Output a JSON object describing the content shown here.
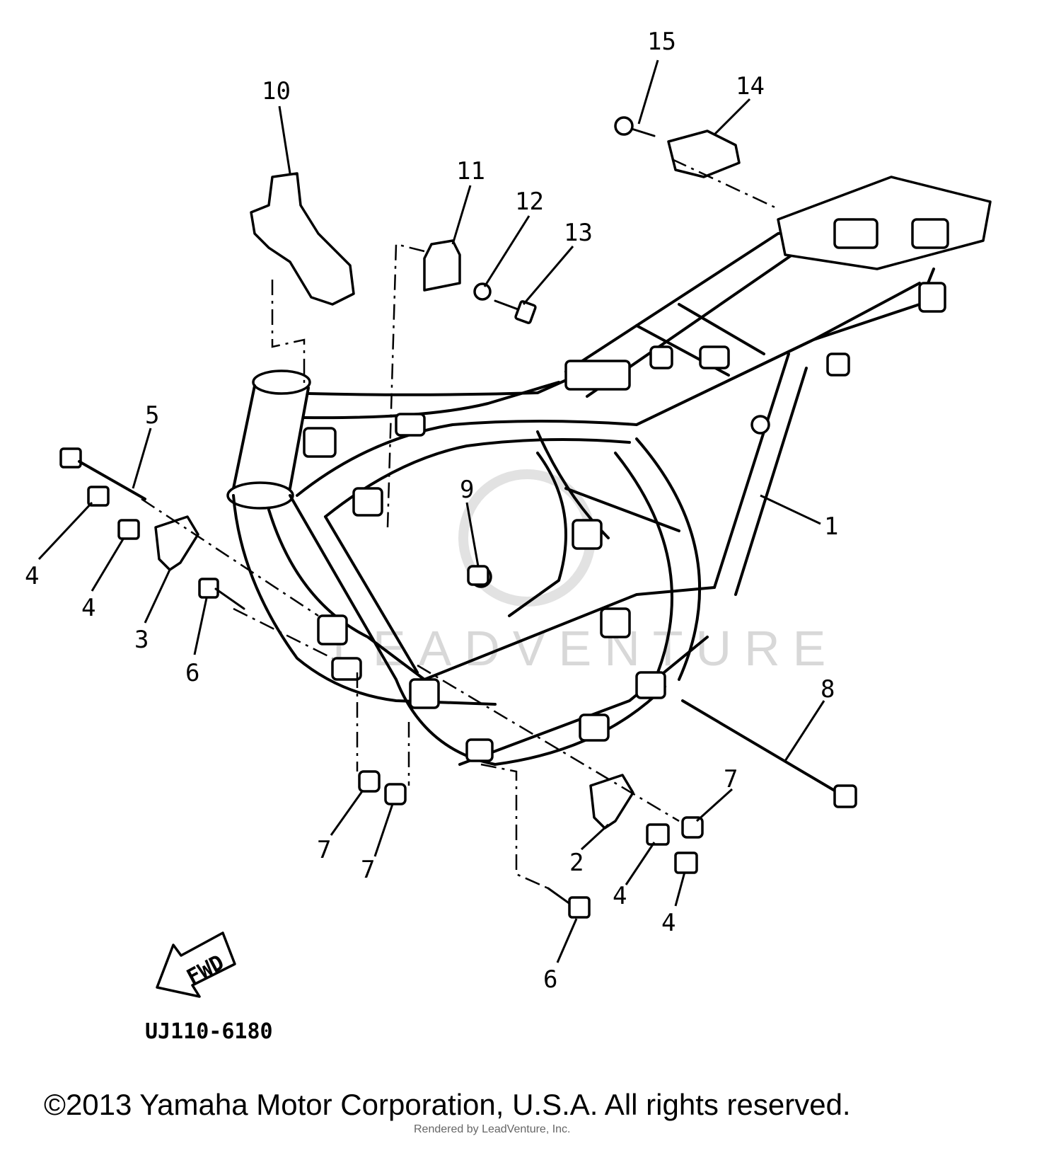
{
  "diagram": {
    "callouts": [
      {
        "id": "c15",
        "label": "15"
      },
      {
        "id": "c14",
        "label": "14"
      },
      {
        "id": "c10",
        "label": "10"
      },
      {
        "id": "c11",
        "label": "11"
      },
      {
        "id": "c12",
        "label": "12"
      },
      {
        "id": "c13",
        "label": "13"
      },
      {
        "id": "c5",
        "label": "5"
      },
      {
        "id": "c9",
        "label": "9"
      },
      {
        "id": "c1",
        "label": "1"
      },
      {
        "id": "c4a",
        "label": "4"
      },
      {
        "id": "c4b",
        "label": "4"
      },
      {
        "id": "c3",
        "label": "3"
      },
      {
        "id": "c6a",
        "label": "6"
      },
      {
        "id": "c8",
        "label": "8"
      },
      {
        "id": "c7a",
        "label": "7"
      },
      {
        "id": "c7b",
        "label": "7"
      },
      {
        "id": "c7c",
        "label": "7"
      },
      {
        "id": "c2",
        "label": "2"
      },
      {
        "id": "c4c",
        "label": "4"
      },
      {
        "id": "c4d",
        "label": "4"
      },
      {
        "id": "c6b",
        "label": "6"
      }
    ],
    "fwd_label": "FWD",
    "diagram_code": "UJ110-6180",
    "copyright": "©2013 Yamaha Motor Corporation, U.S.A. All rights reserved.",
    "render_credit": "Rendered by LeadVenture, Inc.",
    "watermark": "LEADVENTURE"
  }
}
